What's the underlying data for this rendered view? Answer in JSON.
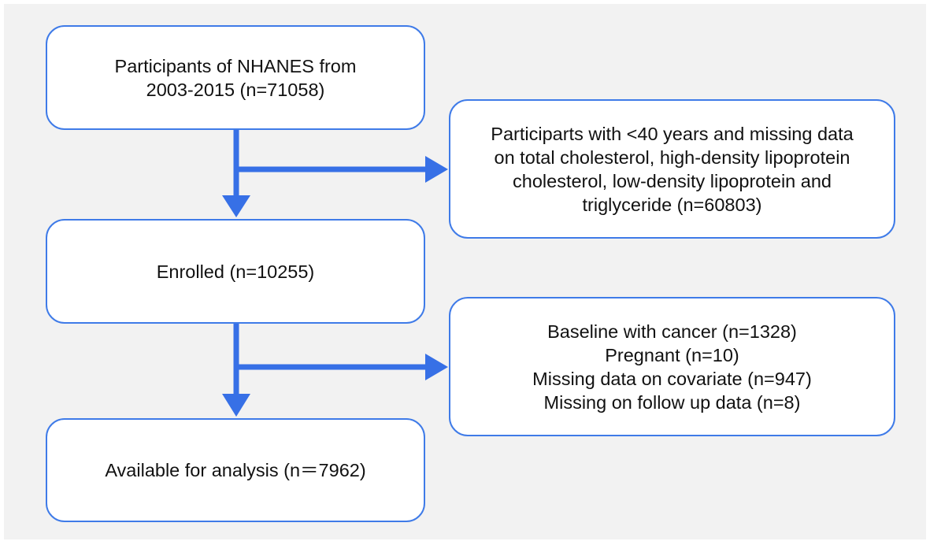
{
  "diagram": {
    "boxes": {
      "participants": "Participants of NHANES from\n2003-2015 (n=71058)",
      "exclusion_1": "Participarts with <40 years and missing data\non total cholesterol, high-density lipoprotein\ncholesterol, low-density lipoprotein and\ntriglyceride (n=60803)",
      "enrolled": "Enrolled (n=10255)",
      "exclusion_2": "Baseline with cancer (n=1328)\nPregnant (n=10)\nMissing data on covariate (n=947)\nMissing on follow up data (n=8)",
      "available": "Available for analysis (n＝7962)"
    },
    "colors": {
      "box_border": "#3f7be8",
      "arrow": "#3770e6",
      "background": "#f2f2f2"
    }
  }
}
